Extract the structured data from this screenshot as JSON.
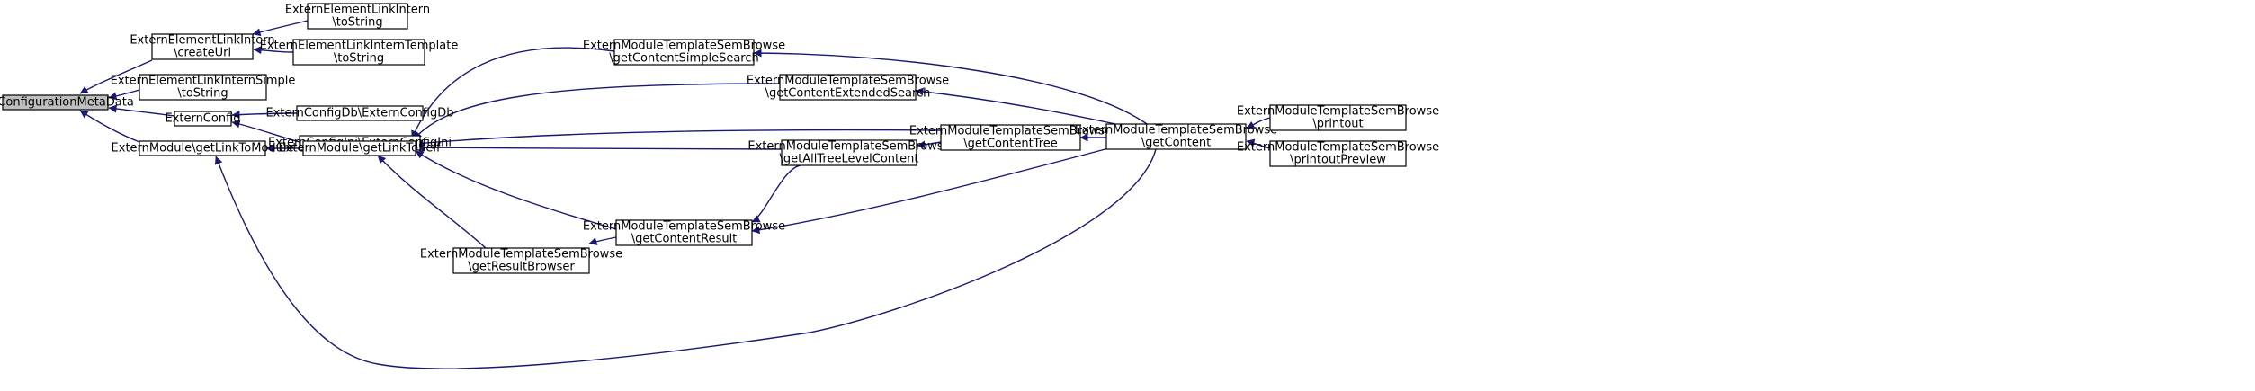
{
  "colors": {
    "edge": "#191970",
    "node_fill": "#ffffff",
    "root_fill": "#bfbfbf",
    "border": "#000000"
  },
  "nodes": [
    {
      "id": "root",
      "lines": [
        "GetConfigurationMetaData"
      ],
      "highlight": true
    },
    {
      "id": "el_createurl",
      "lines": [
        "ExternElementLinkIntern",
        "\\createUrl"
      ]
    },
    {
      "id": "el_intern_tostring",
      "lines": [
        "ExternElementLinkIntern",
        "\\toString"
      ]
    },
    {
      "id": "el_template_tostring",
      "lines": [
        "ExternElementLinkInternTemplate",
        "\\toString"
      ]
    },
    {
      "id": "el_simple_tostring",
      "lines": [
        "ExternElementLinkInternSimple",
        "\\toString"
      ]
    },
    {
      "id": "externconfig",
      "lines": [
        "ExternConfig"
      ]
    },
    {
      "id": "configdb",
      "lines": [
        "ExternConfigDb\\ExternConfigDb"
      ]
    },
    {
      "id": "configini",
      "lines": [
        "ExternConfigIni\\ExternConfigIni"
      ]
    },
    {
      "id": "getlinktomodule",
      "lines": [
        "ExternModule\\getLinkToModule"
      ]
    },
    {
      "id": "getlinktoself",
      "lines": [
        "ExternModule\\getLinkToSelf"
      ]
    },
    {
      "id": "getresultbrowser",
      "lines": [
        "ExternModuleTemplateSemBrowse",
        "\\getResultBrowser"
      ]
    },
    {
      "id": "simplesearch",
      "lines": [
        "ExternModuleTemplateSemBrowse",
        "\\getContentSimpleSearch"
      ]
    },
    {
      "id": "extendedsearch",
      "lines": [
        "ExternModuleTemplateSemBrowse",
        "\\getContentExtendedSearch"
      ]
    },
    {
      "id": "alltreelevel",
      "lines": [
        "ExternModuleTemplateSemBrowse",
        "\\getAllTreeLevelContent"
      ]
    },
    {
      "id": "contentresult",
      "lines": [
        "ExternModuleTemplateSemBrowse",
        "\\getContentResult"
      ]
    },
    {
      "id": "contenttree",
      "lines": [
        "ExternModuleTemplateSemBrowse",
        "\\getContentTree"
      ]
    },
    {
      "id": "getcontent",
      "lines": [
        "ExternModuleTemplateSemBrowse",
        "\\getContent"
      ]
    },
    {
      "id": "printout",
      "lines": [
        "ExternModuleTemplateSemBrowse",
        "\\printout"
      ]
    },
    {
      "id": "printoutpreview",
      "lines": [
        "ExternModuleTemplateSemBrowse",
        "\\printoutPreview"
      ]
    }
  ],
  "edges": [
    {
      "from": "el_createurl",
      "to": "root"
    },
    {
      "from": "el_simple_tostring",
      "to": "root"
    },
    {
      "from": "externconfig",
      "to": "root"
    },
    {
      "from": "getlinktomodule",
      "to": "root"
    },
    {
      "from": "el_intern_tostring",
      "to": "el_createurl"
    },
    {
      "from": "el_template_tostring",
      "to": "el_createurl"
    },
    {
      "from": "configdb",
      "to": "externconfig"
    },
    {
      "from": "configini",
      "to": "externconfig"
    },
    {
      "from": "getlinktoself",
      "to": "getlinktomodule"
    },
    {
      "from": "getcontent",
      "to": "getlinktomodule"
    },
    {
      "from": "simplesearch",
      "to": "getlinktoself"
    },
    {
      "from": "extendedsearch",
      "to": "getlinktoself"
    },
    {
      "from": "contenttree",
      "to": "getlinktoself"
    },
    {
      "from": "alltreelevel",
      "to": "getlinktoself"
    },
    {
      "from": "contentresult",
      "to": "getlinktoself"
    },
    {
      "from": "getresultbrowser",
      "to": "getlinktoself"
    },
    {
      "from": "contentresult",
      "to": "getresultbrowser"
    },
    {
      "from": "getcontent",
      "to": "simplesearch"
    },
    {
      "from": "getcontent",
      "to": "extendedsearch"
    },
    {
      "from": "contenttree",
      "to": "alltreelevel"
    },
    {
      "from": "alltreelevel",
      "to": "contentresult"
    },
    {
      "from": "getcontent",
      "to": "contentresult"
    },
    {
      "from": "getcontent",
      "to": "contenttree"
    },
    {
      "from": "printout",
      "to": "getcontent"
    },
    {
      "from": "printoutpreview",
      "to": "getcontent"
    }
  ]
}
